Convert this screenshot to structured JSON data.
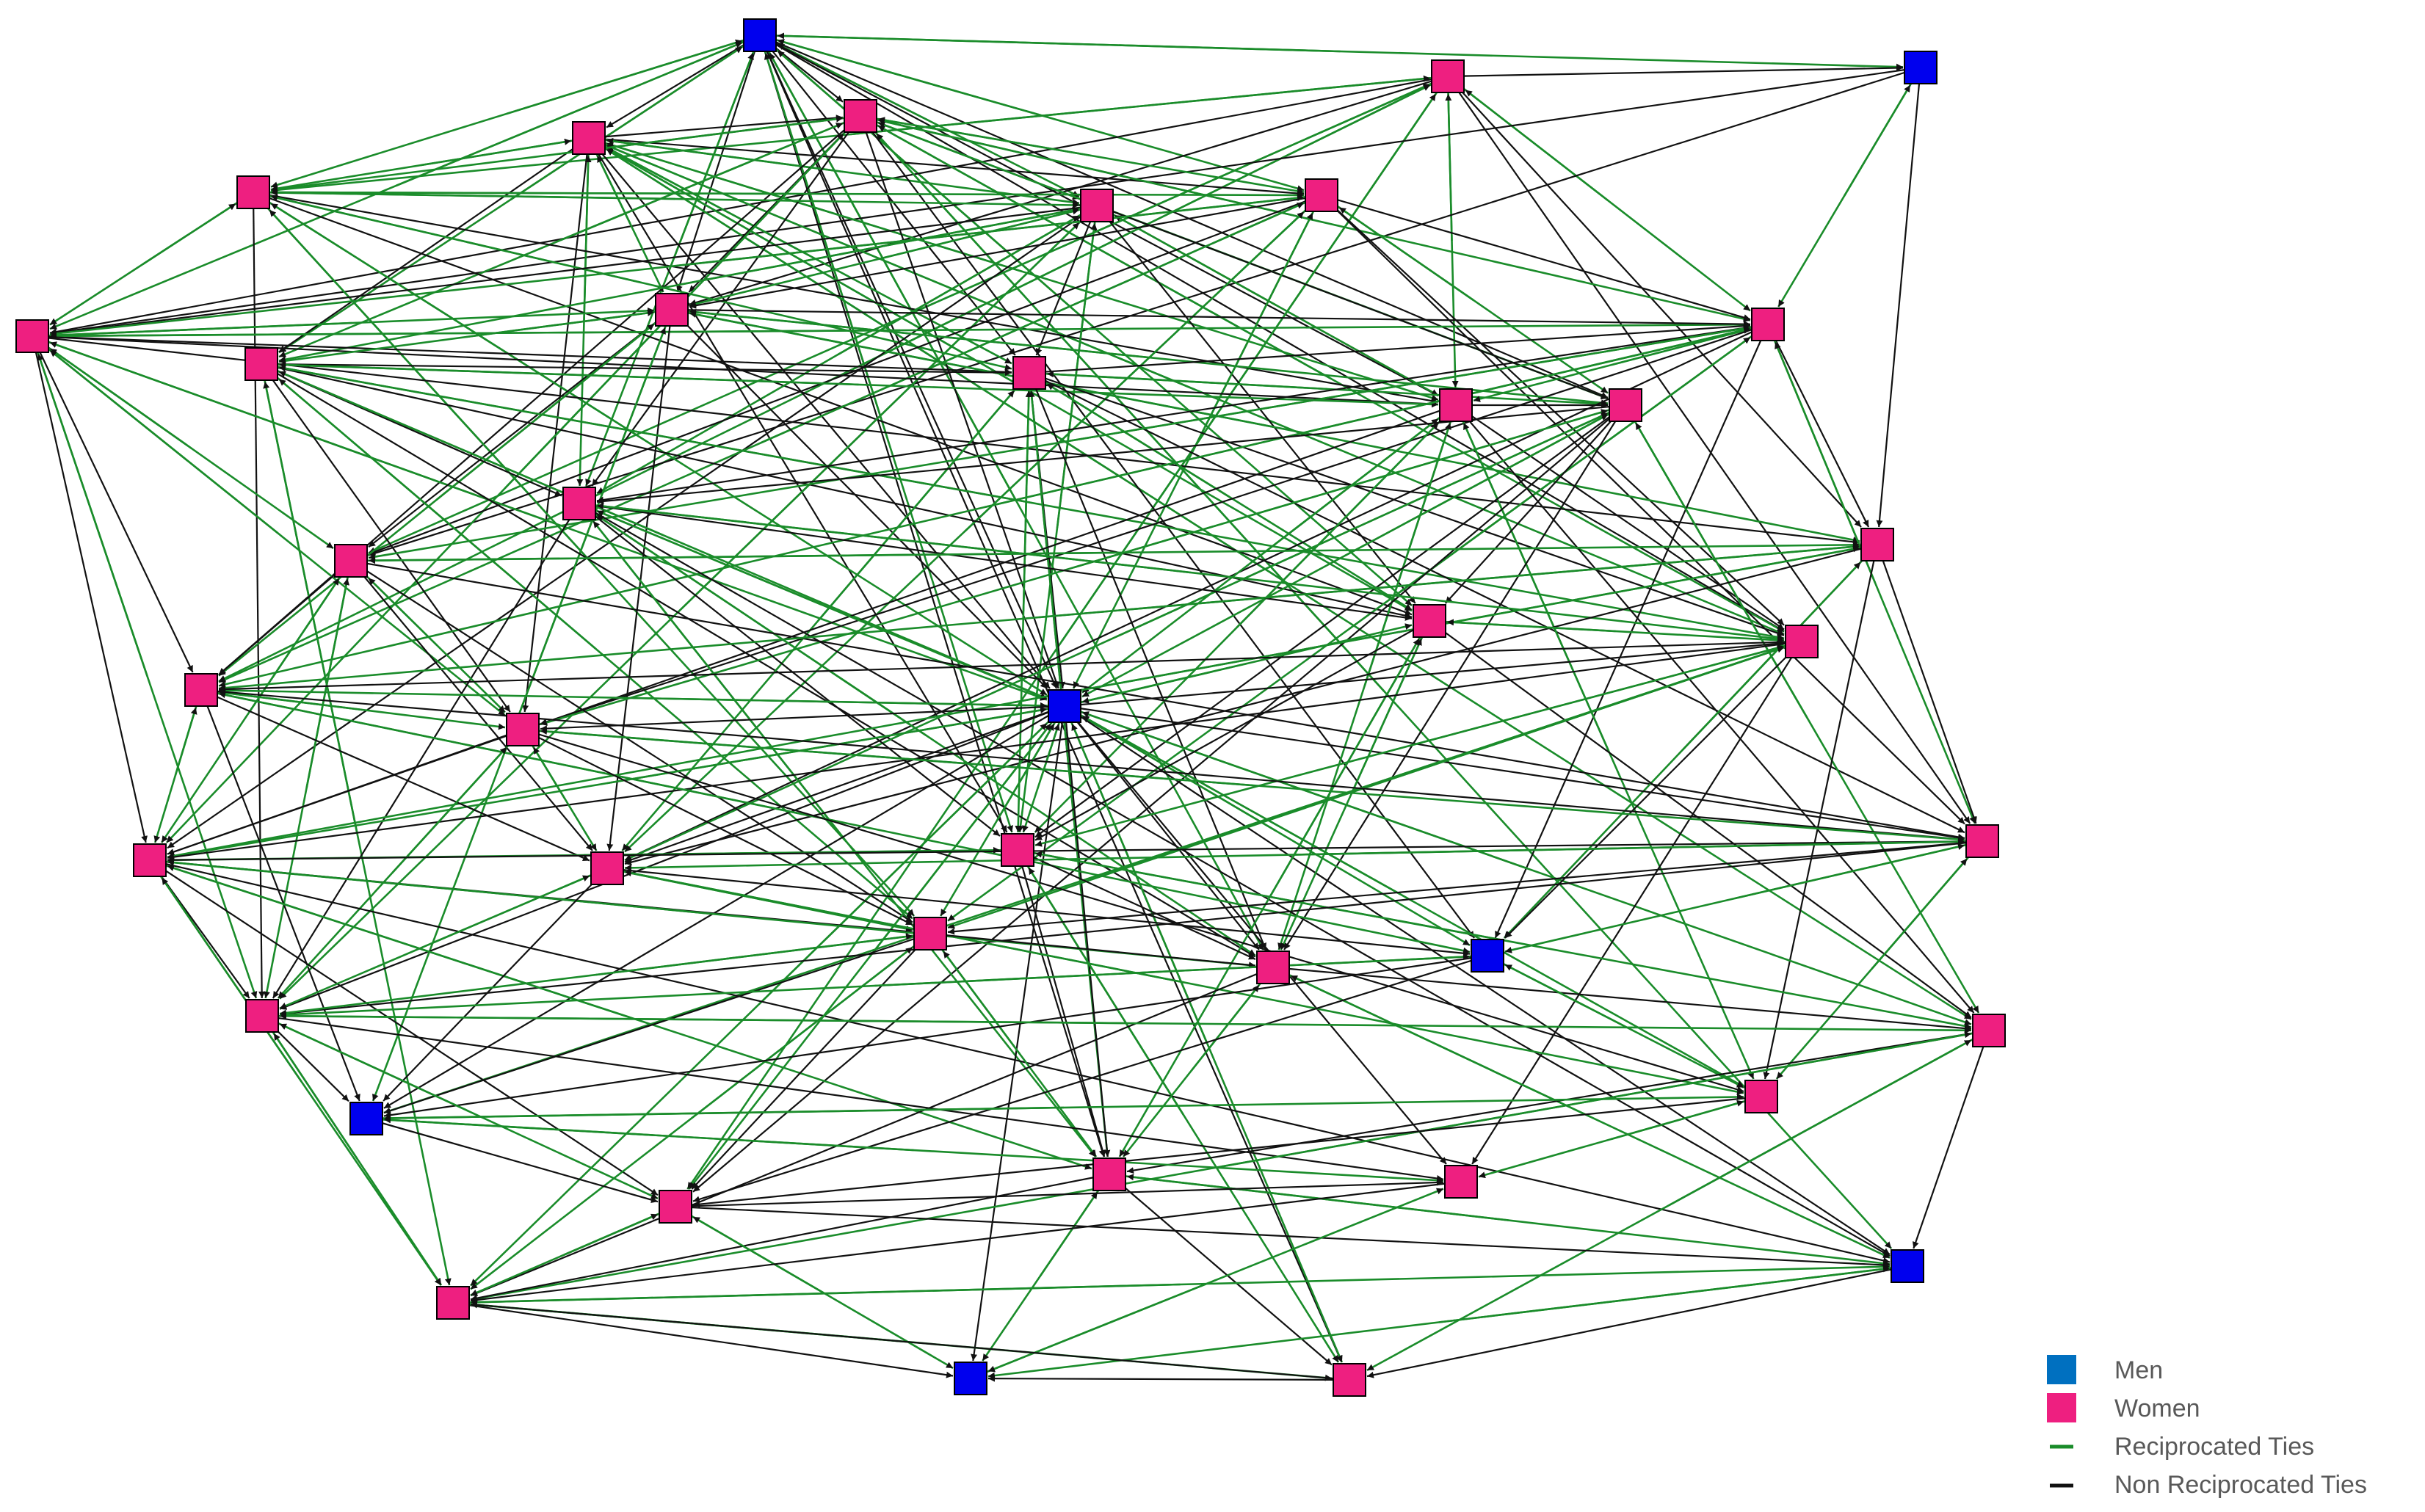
{
  "colors": {
    "men": "#0000ee",
    "women": "#ee1f80",
    "reciprocated": "#1a8c2a",
    "non_reciprocated": "#111111",
    "legend_men": "#0070c0",
    "legend_women": "#ee1f80"
  },
  "legend": {
    "men": "Men",
    "women": "Women",
    "reciprocated": "Reciprocated Ties",
    "non_reciprocated": "Non Reciprocated Ties"
  },
  "nodes": [
    {
      "id": "n01",
      "gender": "men"
    },
    {
      "id": "n02",
      "gender": "women"
    },
    {
      "id": "n03",
      "gender": "men"
    },
    {
      "id": "n04",
      "gender": "women"
    },
    {
      "id": "n05",
      "gender": "women"
    },
    {
      "id": "n06",
      "gender": "women"
    },
    {
      "id": "n07",
      "gender": "women"
    },
    {
      "id": "n08",
      "gender": "women"
    },
    {
      "id": "n09",
      "gender": "women"
    },
    {
      "id": "n10",
      "gender": "women"
    },
    {
      "id": "n11",
      "gender": "women"
    },
    {
      "id": "n12",
      "gender": "women"
    },
    {
      "id": "n13",
      "gender": "women"
    },
    {
      "id": "n14",
      "gender": "women"
    },
    {
      "id": "n15",
      "gender": "women"
    },
    {
      "id": "n16",
      "gender": "women"
    },
    {
      "id": "n17",
      "gender": "women"
    },
    {
      "id": "n18",
      "gender": "women"
    },
    {
      "id": "n19",
      "gender": "men"
    },
    {
      "id": "n20",
      "gender": "women"
    },
    {
      "id": "n21",
      "gender": "women"
    },
    {
      "id": "n22",
      "gender": "women"
    },
    {
      "id": "n23",
      "gender": "women"
    },
    {
      "id": "n24",
      "gender": "women"
    },
    {
      "id": "n25",
      "gender": "women"
    },
    {
      "id": "n26",
      "gender": "women"
    },
    {
      "id": "n27",
      "gender": "women"
    },
    {
      "id": "n28",
      "gender": "women"
    },
    {
      "id": "n29",
      "gender": "women"
    },
    {
      "id": "n30",
      "gender": "men"
    },
    {
      "id": "n31",
      "gender": "women"
    },
    {
      "id": "n32",
      "gender": "women"
    },
    {
      "id": "n33",
      "gender": "men"
    },
    {
      "id": "n34",
      "gender": "women"
    },
    {
      "id": "n35",
      "gender": "women"
    },
    {
      "id": "n36",
      "gender": "women"
    },
    {
      "id": "n37",
      "gender": "women"
    },
    {
      "id": "n38",
      "gender": "women"
    },
    {
      "id": "n39",
      "gender": "men"
    },
    {
      "id": "n40",
      "gender": "women"
    },
    {
      "id": "n41",
      "gender": "men"
    }
  ],
  "edges": [
    [
      "n01",
      "n03",
      "r"
    ],
    [
      "n01",
      "n06",
      "r"
    ],
    [
      "n01",
      "n04",
      "n"
    ],
    [
      "n01",
      "n05",
      "n"
    ],
    [
      "n01",
      "n07",
      "r"
    ],
    [
      "n01",
      "n09",
      "r"
    ],
    [
      "n01",
      "n11",
      "r"
    ],
    [
      "n01",
      "n10",
      "n"
    ],
    [
      "n01",
      "n08",
      "r"
    ],
    [
      "n01",
      "n16",
      "r"
    ],
    [
      "n01",
      "n14",
      "n"
    ],
    [
      "n01",
      "n12",
      "n"
    ],
    [
      "n01",
      "n15",
      "n"
    ],
    [
      "n01",
      "n20",
      "r"
    ],
    [
      "n01",
      "n21",
      "n"
    ],
    [
      "n01",
      "n19",
      "n"
    ],
    [
      "n01",
      "n29",
      "r"
    ],
    [
      "n01",
      "n35",
      "n"
    ],
    [
      "n01",
      "n24",
      "r"
    ],
    [
      "n01",
      "n40",
      "n"
    ],
    [
      "n02",
      "n03",
      "n"
    ],
    [
      "n02",
      "n09",
      "n"
    ],
    [
      "n02",
      "n13",
      "r"
    ],
    [
      "n02",
      "n10",
      "n"
    ],
    [
      "n02",
      "n06",
      "r"
    ],
    [
      "n02",
      "n14",
      "r"
    ],
    [
      "n02",
      "n17",
      "r"
    ],
    [
      "n02",
      "n18",
      "n"
    ],
    [
      "n02",
      "n25",
      "n"
    ],
    [
      "n02",
      "n36",
      "r"
    ],
    [
      "n02",
      "n22",
      "r"
    ],
    [
      "n03",
      "n09",
      "n"
    ],
    [
      "n03",
      "n13",
      "r"
    ],
    [
      "n03",
      "n17",
      "n"
    ],
    [
      "n03",
      "n18",
      "n"
    ],
    [
      "n04",
      "n05",
      "n"
    ],
    [
      "n04",
      "n08",
      "n"
    ],
    [
      "n04",
      "n07",
      "r"
    ],
    [
      "n04",
      "n06",
      "r"
    ],
    [
      "n04",
      "n10",
      "r"
    ],
    [
      "n04",
      "n11",
      "n"
    ],
    [
      "n04",
      "n12",
      "r"
    ],
    [
      "n04",
      "n14",
      "r"
    ],
    [
      "n04",
      "n16",
      "r"
    ],
    [
      "n04",
      "n19",
      "n"
    ],
    [
      "n04",
      "n20",
      "r"
    ],
    [
      "n04",
      "n21",
      "r"
    ],
    [
      "n04",
      "n23",
      "n"
    ],
    [
      "n04",
      "n24",
      "n"
    ],
    [
      "n04",
      "n32",
      "r"
    ],
    [
      "n05",
      "n07",
      "n"
    ],
    [
      "n05",
      "n08",
      "r"
    ],
    [
      "n05",
      "n11",
      "r"
    ],
    [
      "n05",
      "n06",
      "r"
    ],
    [
      "n05",
      "n10",
      "n"
    ],
    [
      "n05",
      "n13",
      "r"
    ],
    [
      "n05",
      "n15",
      "r"
    ],
    [
      "n05",
      "n16",
      "n"
    ],
    [
      "n05",
      "n19",
      "n"
    ],
    [
      "n05",
      "n21",
      "r"
    ],
    [
      "n05",
      "n22",
      "n"
    ],
    [
      "n05",
      "n26",
      "r"
    ],
    [
      "n05",
      "n30",
      "n"
    ],
    [
      "n05",
      "n39",
      "r"
    ],
    [
      "n06",
      "n09",
      "n"
    ],
    [
      "n06",
      "n07",
      "r"
    ],
    [
      "n06",
      "n08",
      "r"
    ],
    [
      "n06",
      "n14",
      "n"
    ],
    [
      "n06",
      "n19",
      "r"
    ],
    [
      "n06",
      "n20",
      "n"
    ],
    [
      "n06",
      "n28",
      "r"
    ],
    [
      "n06",
      "n31",
      "n"
    ],
    [
      "n06",
      "n12",
      "r"
    ],
    [
      "n06",
      "n09",
      "r"
    ],
    [
      "n07",
      "n10",
      "r"
    ],
    [
      "n07",
      "n09",
      "n"
    ],
    [
      "n07",
      "n11",
      "r"
    ],
    [
      "n07",
      "n12",
      "n"
    ],
    [
      "n07",
      "n14",
      "r"
    ],
    [
      "n07",
      "n15",
      "n"
    ],
    [
      "n07",
      "n16",
      "r"
    ],
    [
      "n07",
      "n20",
      "n"
    ],
    [
      "n07",
      "n24",
      "r"
    ],
    [
      "n07",
      "n26",
      "n"
    ],
    [
      "n07",
      "n31",
      "r"
    ],
    [
      "n08",
      "n10",
      "n"
    ],
    [
      "n08",
      "n09",
      "r"
    ],
    [
      "n08",
      "n13",
      "n"
    ],
    [
      "n08",
      "n15",
      "r"
    ],
    [
      "n08",
      "n17",
      "n"
    ],
    [
      "n08",
      "n19",
      "r"
    ],
    [
      "n08",
      "n21",
      "n"
    ],
    [
      "n08",
      "n22",
      "r"
    ],
    [
      "n08",
      "n25",
      "n"
    ],
    [
      "n08",
      "n27",
      "r"
    ],
    [
      "n09",
      "n10",
      "r"
    ],
    [
      "n09",
      "n12",
      "n"
    ],
    [
      "n09",
      "n13",
      "r"
    ],
    [
      "n09",
      "n14",
      "n"
    ],
    [
      "n09",
      "n17",
      "r"
    ],
    [
      "n09",
      "n18",
      "n"
    ],
    [
      "n09",
      "n19",
      "r"
    ],
    [
      "n09",
      "n22",
      "n"
    ],
    [
      "n09",
      "n23",
      "r"
    ],
    [
      "n09",
      "n26",
      "n"
    ],
    [
      "n09",
      "n31",
      "r"
    ],
    [
      "n10",
      "n11",
      "r"
    ],
    [
      "n10",
      "n13",
      "n"
    ],
    [
      "n10",
      "n15",
      "r"
    ],
    [
      "n10",
      "n17",
      "n"
    ],
    [
      "n10",
      "n18",
      "r"
    ],
    [
      "n10",
      "n19",
      "n"
    ],
    [
      "n10",
      "n22",
      "r"
    ],
    [
      "n10",
      "n27",
      "n"
    ],
    [
      "n10",
      "n33",
      "r"
    ],
    [
      "n11",
      "n12",
      "n"
    ],
    [
      "n11",
      "n14",
      "r"
    ],
    [
      "n11",
      "n16",
      "n"
    ],
    [
      "n11",
      "n19",
      "r"
    ],
    [
      "n11",
      "n20",
      "n"
    ],
    [
      "n11",
      "n21",
      "r"
    ],
    [
      "n11",
      "n23",
      "n"
    ],
    [
      "n11",
      "n28",
      "r"
    ],
    [
      "n11",
      "n29",
      "n"
    ],
    [
      "n11",
      "n38",
      "r"
    ],
    [
      "n12",
      "n13",
      "n"
    ],
    [
      "n12",
      "n15",
      "r"
    ],
    [
      "n12",
      "n19",
      "n"
    ],
    [
      "n12",
      "n20",
      "r"
    ],
    [
      "n12",
      "n21",
      "n"
    ],
    [
      "n12",
      "n24",
      "r"
    ],
    [
      "n12",
      "n25",
      "n"
    ],
    [
      "n12",
      "n27",
      "r"
    ],
    [
      "n12",
      "n29",
      "n"
    ],
    [
      "n12",
      "n35",
      "r"
    ],
    [
      "n13",
      "n14",
      "r"
    ],
    [
      "n13",
      "n16",
      "n"
    ],
    [
      "n13",
      "n17",
      "r"
    ],
    [
      "n13",
      "n18",
      "n"
    ],
    [
      "n13",
      "n22",
      "r"
    ],
    [
      "n13",
      "n23",
      "n"
    ],
    [
      "n13",
      "n25",
      "r"
    ],
    [
      "n13",
      "n27",
      "n"
    ],
    [
      "n13",
      "n28",
      "r"
    ],
    [
      "n13",
      "n30",
      "n"
    ],
    [
      "n14",
      "n15",
      "n"
    ],
    [
      "n14",
      "n19",
      "r"
    ],
    [
      "n14",
      "n21",
      "n"
    ],
    [
      "n14",
      "n24",
      "r"
    ],
    [
      "n14",
      "n26",
      "n"
    ],
    [
      "n14",
      "n29",
      "r"
    ],
    [
      "n14",
      "n32",
      "n"
    ],
    [
      "n14",
      "n34",
      "r"
    ],
    [
      "n15",
      "n16",
      "n"
    ],
    [
      "n15",
      "n19",
      "r"
    ],
    [
      "n15",
      "n20",
      "n"
    ],
    [
      "n15",
      "n23",
      "r"
    ],
    [
      "n15",
      "n24",
      "n"
    ],
    [
      "n15",
      "n27",
      "r"
    ],
    [
      "n15",
      "n29",
      "n"
    ],
    [
      "n15",
      "n32",
      "r"
    ],
    [
      "n15",
      "n36",
      "n"
    ],
    [
      "n16",
      "n19",
      "r"
    ],
    [
      "n16",
      "n20",
      "n"
    ],
    [
      "n16",
      "n21",
      "r"
    ],
    [
      "n16",
      "n24",
      "n"
    ],
    [
      "n16",
      "n29",
      "r"
    ],
    [
      "n16",
      "n31",
      "n"
    ],
    [
      "n16",
      "n35",
      "r"
    ],
    [
      "n16",
      "n39",
      "n"
    ],
    [
      "n17",
      "n18",
      "r"
    ],
    [
      "n17",
      "n22",
      "n"
    ],
    [
      "n17",
      "n23",
      "r"
    ],
    [
      "n17",
      "n25",
      "n"
    ],
    [
      "n17",
      "n26",
      "r"
    ],
    [
      "n17",
      "n27",
      "n"
    ],
    [
      "n17",
      "n31",
      "r"
    ],
    [
      "n17",
      "n28",
      "n"
    ],
    [
      "n18",
      "n22",
      "r"
    ],
    [
      "n18",
      "n25",
      "n"
    ],
    [
      "n18",
      "n26",
      "r"
    ],
    [
      "n18",
      "n27",
      "n"
    ],
    [
      "n18",
      "n30",
      "r"
    ],
    [
      "n18",
      "n34",
      "n"
    ],
    [
      "n19",
      "n20",
      "r"
    ],
    [
      "n19",
      "n21",
      "n"
    ],
    [
      "n19",
      "n22",
      "r"
    ],
    [
      "n19",
      "n23",
      "n"
    ],
    [
      "n19",
      "n24",
      "r"
    ],
    [
      "n19",
      "n25",
      "n"
    ],
    [
      "n19",
      "n26",
      "r"
    ],
    [
      "n19",
      "n27",
      "n"
    ],
    [
      "n19",
      "n28",
      "r"
    ],
    [
      "n19",
      "n29",
      "n"
    ],
    [
      "n19",
      "n30",
      "r"
    ],
    [
      "n19",
      "n31",
      "n"
    ],
    [
      "n19",
      "n32",
      "r"
    ],
    [
      "n19",
      "n33",
      "n"
    ],
    [
      "n19",
      "n34",
      "r"
    ],
    [
      "n19",
      "n35",
      "n"
    ],
    [
      "n19",
      "n36",
      "r"
    ],
    [
      "n19",
      "n37",
      "n"
    ],
    [
      "n19",
      "n38",
      "r"
    ],
    [
      "n19",
      "n39",
      "n"
    ],
    [
      "n19",
      "n40",
      "r"
    ],
    [
      "n19",
      "n41",
      "n"
    ],
    [
      "n20",
      "n21",
      "r"
    ],
    [
      "n20",
      "n24",
      "n"
    ],
    [
      "n20",
      "n29",
      "r"
    ],
    [
      "n20",
      "n32",
      "n"
    ],
    [
      "n20",
      "n35",
      "r"
    ],
    [
      "n21",
      "n22",
      "n"
    ],
    [
      "n21",
      "n24",
      "r"
    ],
    [
      "n21",
      "n26",
      "n"
    ],
    [
      "n21",
      "n28",
      "r"
    ],
    [
      "n21",
      "n30",
      "n"
    ],
    [
      "n21",
      "n33",
      "r"
    ],
    [
      "n21",
      "n37",
      "n"
    ],
    [
      "n22",
      "n23",
      "r"
    ],
    [
      "n22",
      "n25",
      "n"
    ],
    [
      "n22",
      "n26",
      "r"
    ],
    [
      "n22",
      "n27",
      "n"
    ],
    [
      "n22",
      "n30",
      "r"
    ],
    [
      "n22",
      "n33",
      "n"
    ],
    [
      "n23",
      "n25",
      "r"
    ],
    [
      "n23",
      "n26",
      "n"
    ],
    [
      "n23",
      "n27",
      "r"
    ],
    [
      "n23",
      "n28",
      "n"
    ],
    [
      "n23",
      "n31",
      "r"
    ],
    [
      "n23",
      "n34",
      "n"
    ],
    [
      "n24",
      "n26",
      "r"
    ],
    [
      "n24",
      "n29",
      "n"
    ],
    [
      "n24",
      "n32",
      "r"
    ],
    [
      "n24",
      "n35",
      "n"
    ],
    [
      "n24",
      "n40",
      "r"
    ],
    [
      "n25",
      "n26",
      "n"
    ],
    [
      "n25",
      "n27",
      "r"
    ],
    [
      "n25",
      "n28",
      "n"
    ],
    [
      "n25",
      "n30",
      "r"
    ],
    [
      "n25",
      "n31",
      "n"
    ],
    [
      "n25",
      "n34",
      "r"
    ],
    [
      "n26",
      "n28",
      "n"
    ],
    [
      "n26",
      "n29",
      "r"
    ],
    [
      "n26",
      "n31",
      "n"
    ],
    [
      "n26",
      "n35",
      "r"
    ],
    [
      "n26",
      "n36",
      "n"
    ],
    [
      "n26",
      "n38",
      "r"
    ],
    [
      "n26",
      "n39",
      "n"
    ],
    [
      "n27",
      "n28",
      "r"
    ],
    [
      "n27",
      "n30",
      "n"
    ],
    [
      "n27",
      "n31",
      "r"
    ],
    [
      "n27",
      "n33",
      "n"
    ],
    [
      "n27",
      "n34",
      "r"
    ],
    [
      "n28",
      "n29",
      "n"
    ],
    [
      "n28",
      "n31",
      "r"
    ],
    [
      "n28",
      "n33",
      "n"
    ],
    [
      "n28",
      "n35",
      "r"
    ],
    [
      "n28",
      "n36",
      "n"
    ],
    [
      "n28",
      "n38",
      "r"
    ],
    [
      "n29",
      "n32",
      "n"
    ],
    [
      "n29",
      "n35",
      "r"
    ],
    [
      "n29",
      "n38",
      "n"
    ],
    [
      "n29",
      "n39",
      "r"
    ],
    [
      "n30",
      "n31",
      "r"
    ],
    [
      "n30",
      "n33",
      "n"
    ],
    [
      "n30",
      "n34",
      "r"
    ],
    [
      "n30",
      "n36",
      "n"
    ],
    [
      "n31",
      "n32",
      "r"
    ],
    [
      "n31",
      "n33",
      "n"
    ],
    [
      "n31",
      "n36",
      "r"
    ],
    [
      "n31",
      "n37",
      "n"
    ],
    [
      "n31",
      "n38",
      "r"
    ],
    [
      "n32",
      "n35",
      "n"
    ],
    [
      "n32",
      "n38",
      "r"
    ],
    [
      "n32",
      "n39",
      "n"
    ],
    [
      "n32",
      "n40",
      "r"
    ],
    [
      "n33",
      "n34",
      "r"
    ],
    [
      "n33",
      "n36",
      "n"
    ],
    [
      "n33",
      "n37",
      "r"
    ],
    [
      "n34",
      "n36",
      "n"
    ],
    [
      "n34",
      "n37",
      "r"
    ],
    [
      "n35",
      "n38",
      "n"
    ],
    [
      "n35",
      "n39",
      "r"
    ],
    [
      "n35",
      "n40",
      "n"
    ],
    [
      "n35",
      "n41",
      "r"
    ],
    [
      "n36",
      "n37",
      "n"
    ],
    [
      "n36",
      "n38",
      "r"
    ],
    [
      "n36",
      "n39",
      "n"
    ],
    [
      "n36",
      "n41",
      "r"
    ],
    [
      "n37",
      "n38",
      "n"
    ],
    [
      "n38",
      "n39",
      "r"
    ],
    [
      "n38",
      "n41",
      "n"
    ],
    [
      "n38",
      "n40",
      "r"
    ],
    [
      "n39",
      "n40",
      "n"
    ],
    [
      "n39",
      "n41",
      "r"
    ],
    [
      "n40",
      "n41",
      "n"
    ],
    [
      "n41",
      "n37",
      "r"
    ],
    [
      "n40",
      "n38",
      "n"
    ]
  ]
}
